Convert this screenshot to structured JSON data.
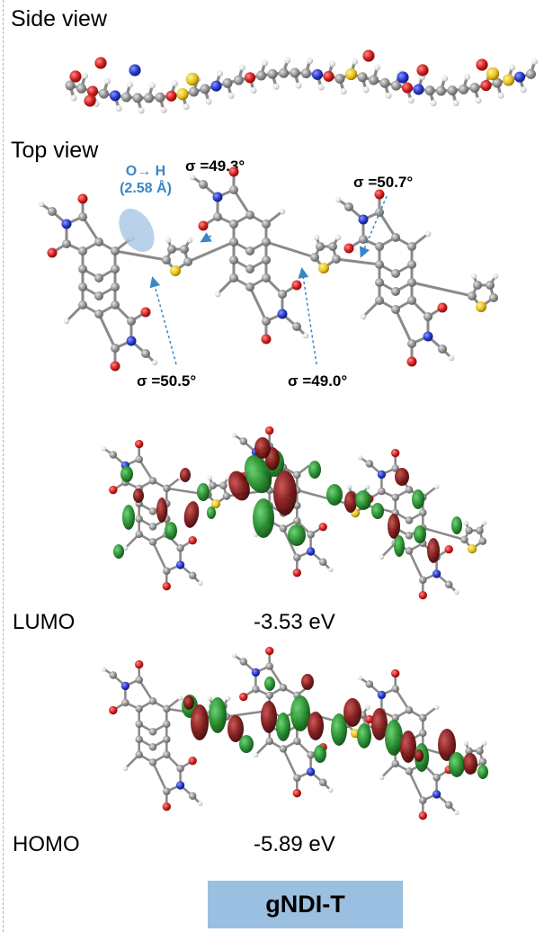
{
  "labels": {
    "side_view": "Side view",
    "top_view": "Top view",
    "oh_contact": "O→ H",
    "oh_distance": "(2.58 Å)",
    "sigma_1": "σ =49.3°",
    "sigma_2": "σ =50.7°",
    "sigma_3": "σ =50.5°",
    "sigma_4": "σ =49.0°"
  },
  "orbitals": {
    "lumo_label": "LUMO",
    "lumo_energy": "-3.53 eV",
    "homo_label": "HOMO",
    "homo_energy": "-5.89 eV"
  },
  "compound": "gNDI-T",
  "colors": {
    "carbon": "#8c8c8c",
    "hydrogen": "#e8e8e8",
    "oxygen": "#d01c1c",
    "nitrogen": "#2436c8",
    "sulfur": "#e6c21a",
    "orbital_positive": "#1f8a28",
    "orbital_negative": "#7a1414",
    "annotation": "#3a86c5",
    "title_box": "#9bbfe0"
  }
}
